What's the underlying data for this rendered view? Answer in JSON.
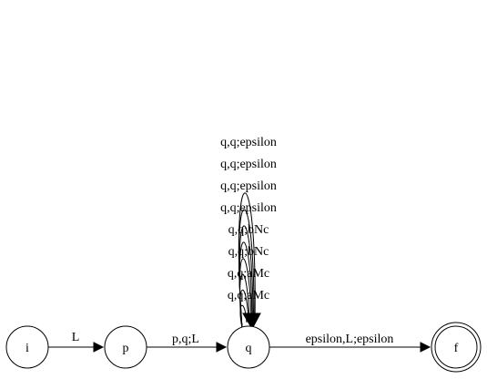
{
  "diagram": {
    "nodes": [
      {
        "id": "i",
        "label": "i",
        "accepting": false
      },
      {
        "id": "p",
        "label": "p",
        "accepting": false
      },
      {
        "id": "q",
        "label": "q",
        "accepting": false
      },
      {
        "id": "f",
        "label": "f",
        "accepting": true
      }
    ],
    "edges": [
      {
        "from": "i",
        "to": "p",
        "label": "L"
      },
      {
        "from": "p",
        "to": "q",
        "label": "p,q;L"
      },
      {
        "from": "q",
        "to": "f",
        "label": "epsilon,L;epsilon"
      }
    ],
    "self_loops": [
      {
        "node": "q",
        "label": "q,q;aMc"
      },
      {
        "node": "q",
        "label": "q,q;aMc"
      },
      {
        "node": "q",
        "label": "q,q;bNc"
      },
      {
        "node": "q",
        "label": "q,q;bNc"
      },
      {
        "node": "q",
        "label": "q,q;epsilon"
      },
      {
        "node": "q",
        "label": "q,q;epsilon"
      },
      {
        "node": "q",
        "label": "q,q;epsilon"
      },
      {
        "node": "q",
        "label": "q,q;epsilon"
      }
    ]
  }
}
